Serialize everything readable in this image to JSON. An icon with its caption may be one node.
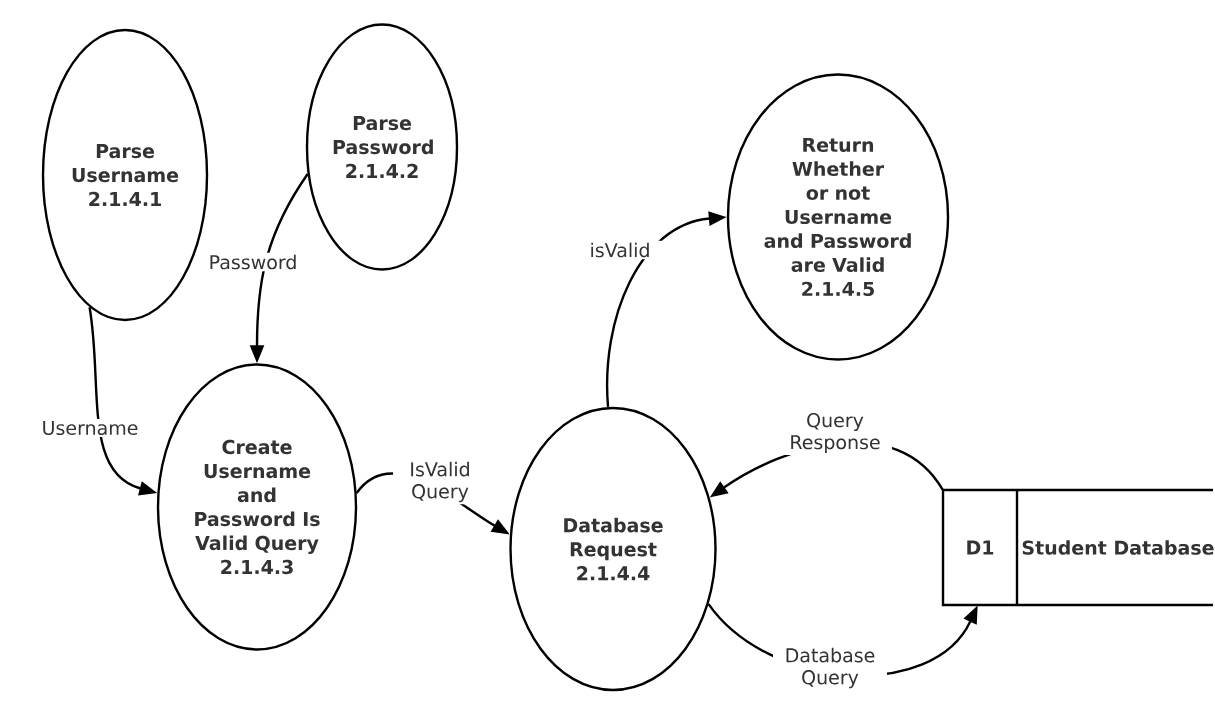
{
  "diagram": {
    "nodes": [
      {
        "text": [
          "Parse Username",
          "2.1.4.1"
        ]
      },
      {
        "text": [
          "Parse Password",
          "2.1.4.2"
        ]
      },
      {
        "text": [
          "Create Username and Password Is Valid Query",
          "2.1.4.3"
        ]
      },
      {
        "text": [
          "Database Request",
          "2.1.4.4"
        ]
      },
      {
        "text": [
          "Return Whether or not Username and Password are Valid",
          "2.1.4.5"
        ]
      },
      {
        "text": [
          "D1",
          "Student Database"
        ]
      }
    ],
    "edges": [
      {
        "from": 0,
        "to": 2,
        "arrow": "to",
        "label": "Username"
      },
      {
        "from": 1,
        "to": 2,
        "arrow": "to",
        "label": "Password"
      },
      {
        "from": 2,
        "to": 3,
        "arrow": "to",
        "label": "IsValid Query"
      },
      {
        "from": 3,
        "to": 4,
        "arrow": "to",
        "label": "isValid"
      },
      {
        "from": 5,
        "to": 3,
        "arrow": "to",
        "label": "Query Response"
      },
      {
        "from": 3,
        "to": 5,
        "arrow": "to",
        "label": "Database Query"
      }
    ]
  }
}
